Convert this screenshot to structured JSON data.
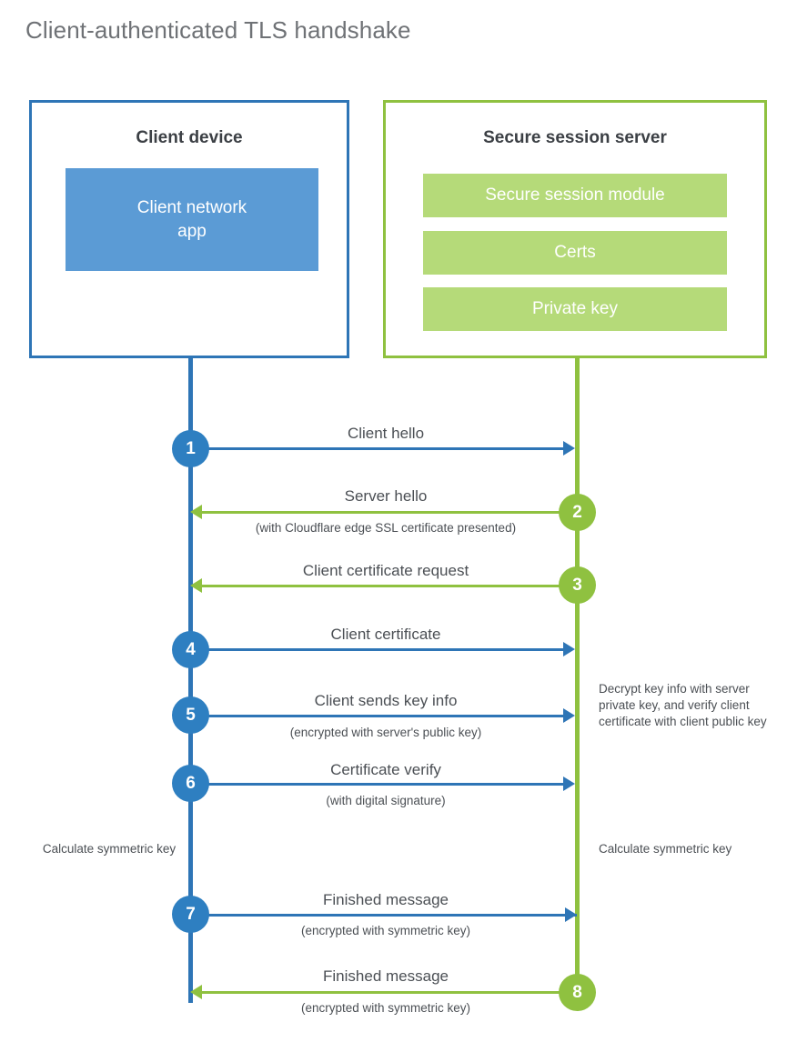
{
  "page_title": "Client-authenticated TLS handshake",
  "colors": {
    "client_blue_border": "#2e75b6",
    "client_blue_fill": "#5b9bd5",
    "client_circle": "#2e7fc1",
    "server_green_border": "#8fc140",
    "server_green_fill": "#b5da79",
    "title_gray": "#6f7276",
    "text_gray": "#4b4f54"
  },
  "client": {
    "title": "Client device",
    "app_label": "Client network\napp",
    "app_label_line1": "Client network",
    "app_label_line2": "app"
  },
  "server": {
    "title": "Secure session server",
    "bars": [
      {
        "label": "Secure session module"
      },
      {
        "label": "Certs"
      },
      {
        "label": "Private key"
      }
    ]
  },
  "steps": [
    {
      "number": "1",
      "label": "Client hello",
      "sublabel": "",
      "direction": "client-to-server",
      "color": "blue"
    },
    {
      "number": "2",
      "label": "Server hello",
      "sublabel": "(with Cloudflare edge SSL certificate presented)",
      "direction": "server-to-client",
      "color": "green"
    },
    {
      "number": "3",
      "label": "Client certificate request",
      "sublabel": "",
      "direction": "server-to-client",
      "color": "green"
    },
    {
      "number": "4",
      "label": "Client certificate",
      "sublabel": "",
      "direction": "client-to-server",
      "color": "blue"
    },
    {
      "number": "5",
      "label": "Client sends key info",
      "sublabel": "(encrypted with server's public key)",
      "direction": "client-to-server",
      "color": "blue"
    },
    {
      "number": "6",
      "label": "Certificate verify",
      "sublabel": "(with digital signature)",
      "direction": "client-to-server",
      "color": "blue"
    },
    {
      "number": "7",
      "label": "Finished message",
      "sublabel": "(encrypted with symmetric key)",
      "direction": "client-to-server",
      "color": "blue"
    },
    {
      "number": "8",
      "label": "Finished message",
      "sublabel": "(encrypted with symmetric key)",
      "direction": "server-to-client",
      "color": "green"
    }
  ],
  "annotations": {
    "server_decrypt": "Decrypt key info with server private key, and verify client certificate with client public key",
    "client_symmetric_key": "Calculate symmetric key",
    "server_symmetric_key": "Calculate symmetric key"
  }
}
